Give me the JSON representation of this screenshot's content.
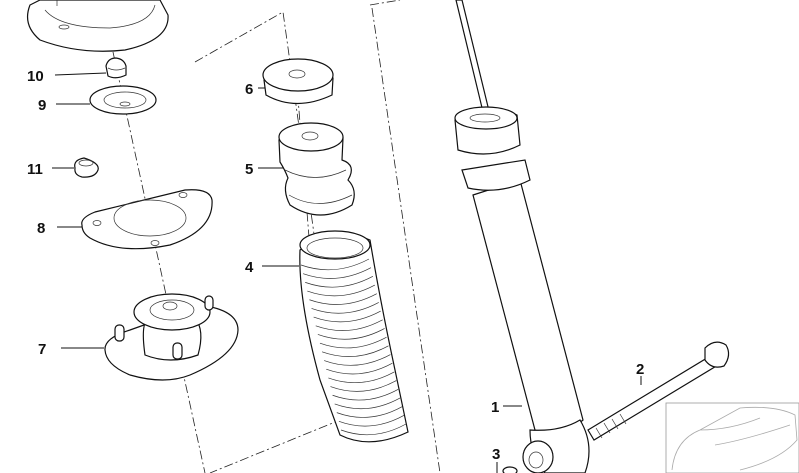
{
  "diagram": {
    "type": "exploded parts diagram",
    "line_color": "#111111",
    "background": "#ffffff",
    "callouts": [
      {
        "id": "1",
        "label": "1"
      },
      {
        "id": "2",
        "label": "2"
      },
      {
        "id": "3",
        "label": "3"
      },
      {
        "id": "4",
        "label": "4"
      },
      {
        "id": "5",
        "label": "5"
      },
      {
        "id": "6",
        "label": "6"
      },
      {
        "id": "7",
        "label": "7"
      },
      {
        "id": "8",
        "label": "8"
      },
      {
        "id": "9",
        "label": "9"
      },
      {
        "id": "10",
        "label": "10"
      },
      {
        "id": "11",
        "label": "11"
      }
    ],
    "thumbnail": "car-outline-icon"
  }
}
